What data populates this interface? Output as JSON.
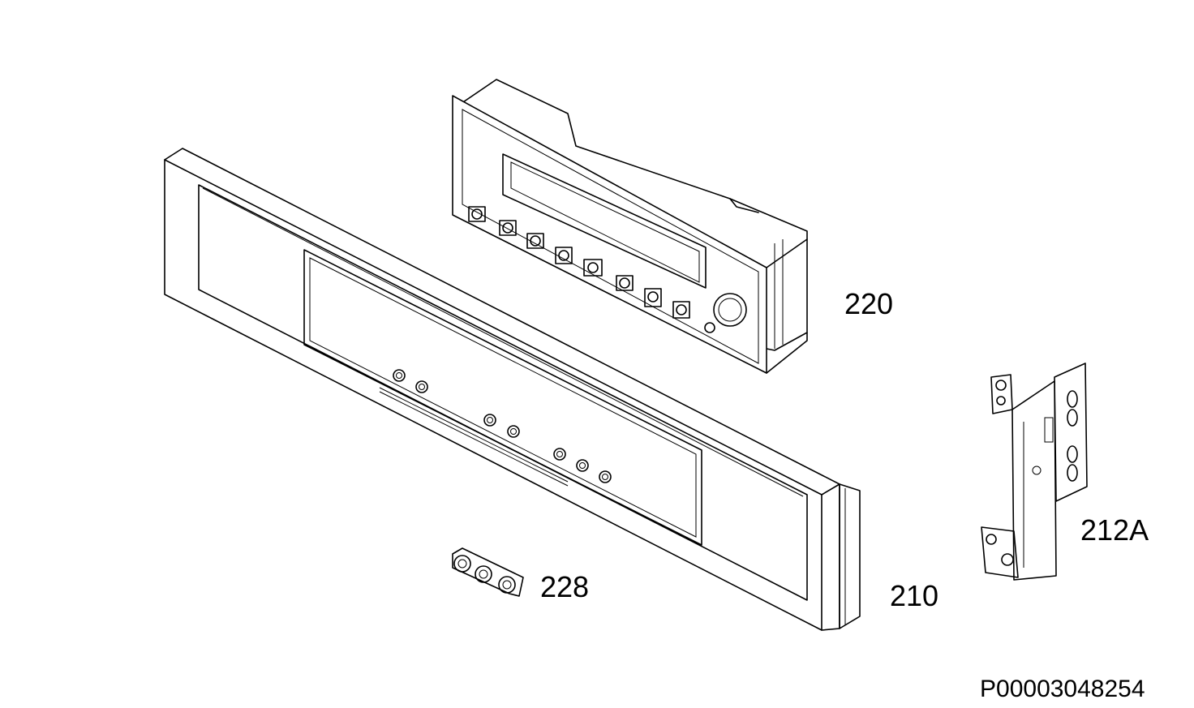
{
  "diagram": {
    "parts": [
      {
        "id": "control-module",
        "label": "220"
      },
      {
        "id": "control-panel-fascia",
        "label": "210"
      },
      {
        "id": "mounting-bracket",
        "label": "212A"
      },
      {
        "id": "button-cluster",
        "label": "228"
      }
    ],
    "reference_code": "P00003048254",
    "line_color": "#000000",
    "background_color": "#ffffff"
  }
}
